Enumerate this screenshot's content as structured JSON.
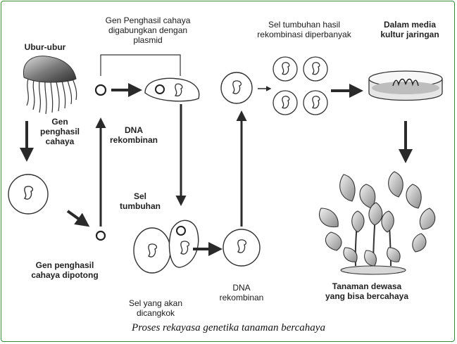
{
  "labels": {
    "jellyfish": "Ubur-ubur",
    "gene_light": "Gen\npenghasil\ncahaya",
    "gene_combined": "Gen Penghasil cahaya\ndigabungkan dengan\nplasmid",
    "dna_recombinant_top": "DNA\nrekombinan",
    "plant_cell": "Sel\ntumbuhan",
    "gene_cut": "Gen penghasil\ncahaya dipotong",
    "cell_to_graft": "Sel yang akan\ndicangkok",
    "dna_recombinant_bottom": "DNA\nrekombinan",
    "recombinant_multiplied": "Sel tumbuhan hasil\nrekombinasi diperbanyak",
    "tissue_culture": "Dalam media\nkultur jaringan",
    "adult_plant": "Tanaman dewasa\nyang bisa bercahaya"
  },
  "caption": "Proses rekayasa genetika tanaman bercahaya",
  "colors": {
    "border": "#3b8a3b",
    "ink": "#222222"
  }
}
